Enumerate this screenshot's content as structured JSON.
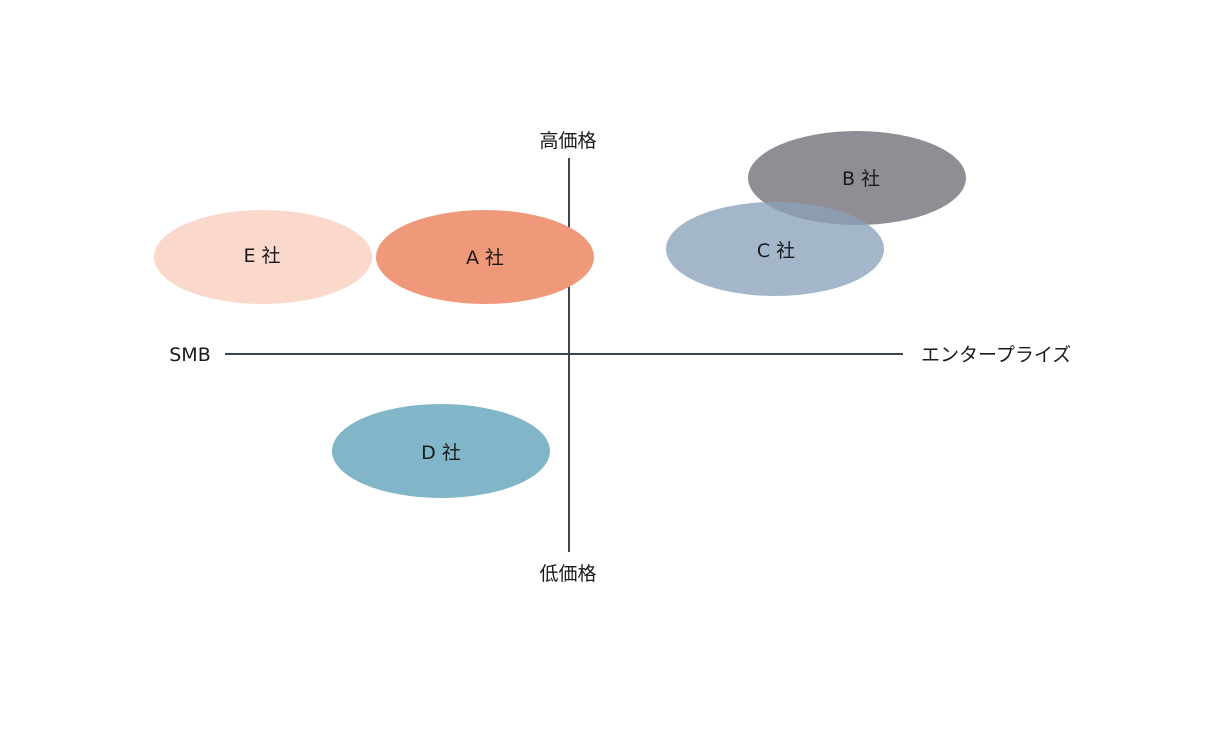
{
  "axes": {
    "top_label": "高価格",
    "bottom_label": "低価格",
    "left_label": "SMB",
    "right_label": "エンタープライズ",
    "line_color": "#3d4752"
  },
  "companies": [
    {
      "id": "e",
      "label": "E 社",
      "color": "#fad8cb",
      "opacity": 1
    },
    {
      "id": "a",
      "label": "A 社",
      "color": "#f0987a",
      "opacity": 1
    },
    {
      "id": "b",
      "label": "B 社",
      "color": "#716d76",
      "opacity": 0.78
    },
    {
      "id": "c",
      "label": "C 社",
      "color": "#8aa1ba",
      "opacity": 0.78
    },
    {
      "id": "d",
      "label": "D 社",
      "color": "#80b6c7",
      "opacity": 1
    }
  ]
}
